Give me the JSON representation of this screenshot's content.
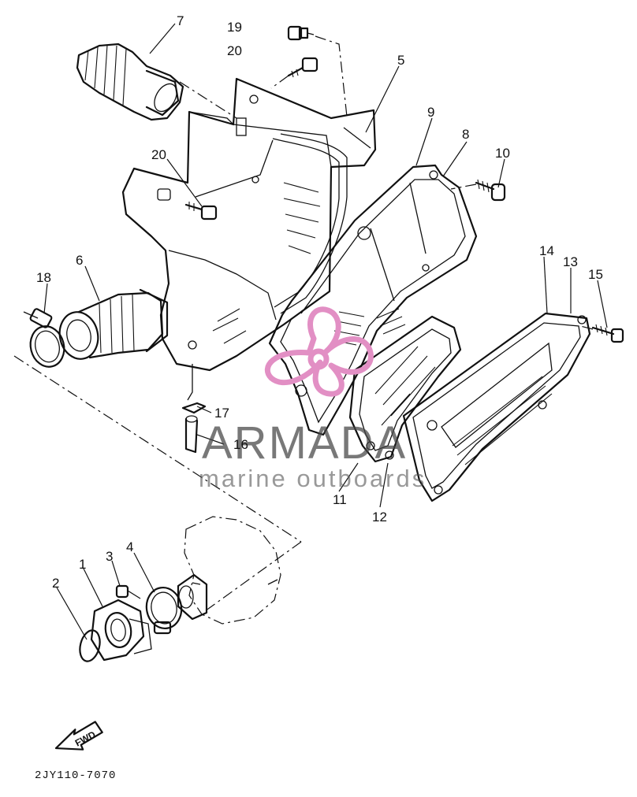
{
  "document": {
    "part_code": "2JY110-7070",
    "fwd_label": "FWD"
  },
  "watermark": {
    "brand": "ARMADA",
    "tagline": "marine outboards",
    "logo": "orchid-flower-logo",
    "logo_color": "#e28fc4"
  },
  "callouts": [
    {
      "id": "c1",
      "label": "1"
    },
    {
      "id": "c2",
      "label": "2"
    },
    {
      "id": "c3",
      "label": "3"
    },
    {
      "id": "c4",
      "label": "4"
    },
    {
      "id": "c5",
      "label": "5"
    },
    {
      "id": "c6",
      "label": "6"
    },
    {
      "id": "c7",
      "label": "7"
    },
    {
      "id": "c8",
      "label": "8"
    },
    {
      "id": "c9",
      "label": "9"
    },
    {
      "id": "c10",
      "label": "10"
    },
    {
      "id": "c11",
      "label": "11"
    },
    {
      "id": "c12",
      "label": "12"
    },
    {
      "id": "c13",
      "label": "13"
    },
    {
      "id": "c14",
      "label": "14"
    },
    {
      "id": "c15",
      "label": "15"
    },
    {
      "id": "c16",
      "label": "16"
    },
    {
      "id": "c17",
      "label": "17"
    },
    {
      "id": "c18",
      "label": "18"
    },
    {
      "id": "c19",
      "label": "19"
    },
    {
      "id": "c20a",
      "label": "20"
    },
    {
      "id": "c20b",
      "label": "20"
    }
  ]
}
